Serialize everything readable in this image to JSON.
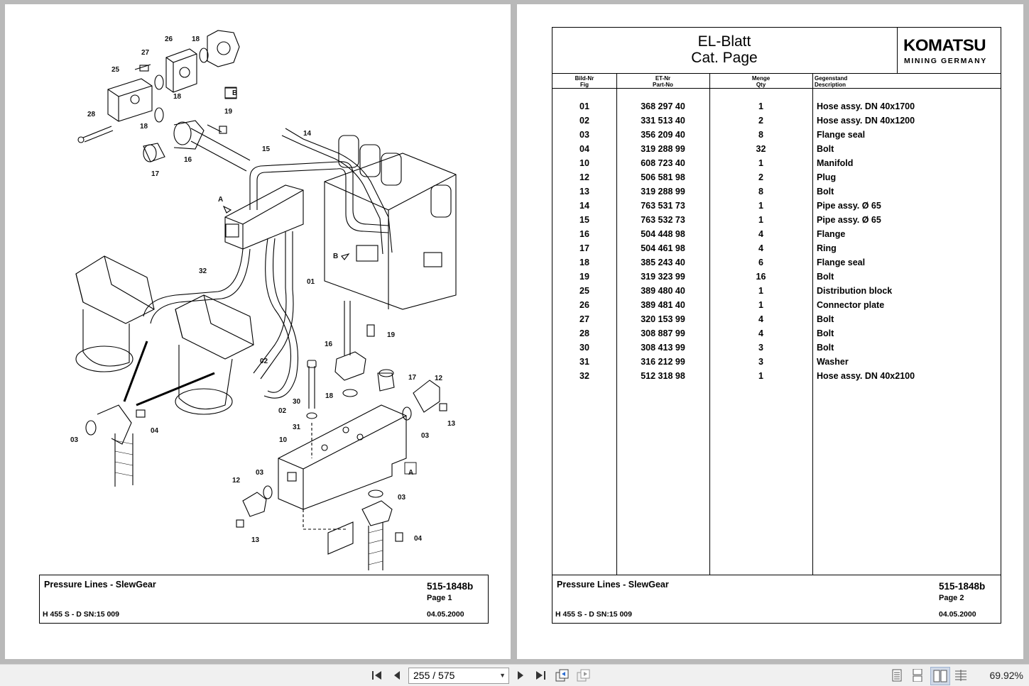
{
  "left_page": {
    "callouts": [
      "26",
      "18",
      "27",
      "25",
      "18",
      "B",
      "28",
      "18",
      "19",
      "17",
      "16",
      "14",
      "15",
      "A",
      "B",
      "32",
      "01",
      "19",
      "16",
      "17",
      "12",
      "02",
      "30",
      "18",
      "31",
      "02",
      "03",
      "04",
      "03",
      "13",
      "10",
      "A",
      "12",
      "03",
      "03",
      "04",
      "13"
    ],
    "title_block": {
      "title": "Pressure Lines - SlewGear",
      "doc_no": "515-1848b",
      "page": "Page 1",
      "model": "H 455 S - D SN:15 009",
      "date": "04.05.2000"
    }
  },
  "right_page": {
    "header": {
      "title_line1": "EL-Blatt",
      "title_line2": "Cat. Page",
      "logo": "KOMATSU",
      "logo_sub": "MINING GERMANY"
    },
    "columns": {
      "fig_de": "Bild-Nr",
      "fig_en": "Fig",
      "part_de": "ET-Nr",
      "part_en": "Part-No",
      "qty_de": "Menge",
      "qty_en": "Qty",
      "desc_de": "Gegenstand",
      "desc_en": "Description"
    },
    "rows": [
      {
        "fig": "01",
        "part": "368 297 40",
        "qty": "1",
        "desc": "Hose assy. DN 40x1700"
      },
      {
        "fig": "02",
        "part": "331 513 40",
        "qty": "2",
        "desc": "Hose assy. DN 40x1200"
      },
      {
        "fig": "03",
        "part": "356 209 40",
        "qty": "8",
        "desc": "Flange seal"
      },
      {
        "fig": "04",
        "part": "319 288 99",
        "qty": "32",
        "desc": "Bolt"
      },
      {
        "fig": "10",
        "part": "608 723 40",
        "qty": "1",
        "desc": "Manifold"
      },
      {
        "fig": "12",
        "part": "506 581 98",
        "qty": "2",
        "desc": "Plug"
      },
      {
        "fig": "13",
        "part": "319 288 99",
        "qty": "8",
        "desc": "Bolt"
      },
      {
        "fig": "14",
        "part": "763 531 73",
        "qty": "1",
        "desc": "Pipe assy. Ø 65"
      },
      {
        "fig": "15",
        "part": "763 532 73",
        "qty": "1",
        "desc": "Pipe assy. Ø 65"
      },
      {
        "fig": "16",
        "part": "504 448 98",
        "qty": "4",
        "desc": "Flange"
      },
      {
        "fig": "17",
        "part": "504 461 98",
        "qty": "4",
        "desc": "Ring"
      },
      {
        "fig": "18",
        "part": "385 243 40",
        "qty": "6",
        "desc": "Flange seal"
      },
      {
        "fig": "19",
        "part": "319 323 99",
        "qty": "16",
        "desc": "Bolt"
      },
      {
        "fig": "25",
        "part": "389 480 40",
        "qty": "1",
        "desc": "Distribution block"
      },
      {
        "fig": "26",
        "part": "389 481 40",
        "qty": "1",
        "desc": "Connector plate"
      },
      {
        "fig": "27",
        "part": "320 153 99",
        "qty": "4",
        "desc": "Bolt"
      },
      {
        "fig": "28",
        "part": "308 887 99",
        "qty": "4",
        "desc": "Bolt"
      },
      {
        "fig": "30",
        "part": "308 413 99",
        "qty": "3",
        "desc": "Bolt"
      },
      {
        "fig": "31",
        "part": "316 212 99",
        "qty": "3",
        "desc": "Washer"
      },
      {
        "fig": "32",
        "part": "512 318 98",
        "qty": "1",
        "desc": "Hose assy. DN 40x2100"
      }
    ],
    "title_block": {
      "title": "Pressure Lines - SlewGear",
      "doc_no": "515-1848b",
      "page": "Page 2",
      "model": "H 455 S - D SN:15 009",
      "date": "04.05.2000"
    }
  },
  "toolbar": {
    "page_field": "255 / 575",
    "zoom": "69.92%",
    "icons": [
      "first-page-icon",
      "prev-page-icon",
      "next-page-icon",
      "last-page-icon",
      "go-back-icon",
      "go-forward-icon",
      "single-page-icon",
      "continuous-icon",
      "two-page-icon",
      "two-page-continuous-icon"
    ]
  }
}
